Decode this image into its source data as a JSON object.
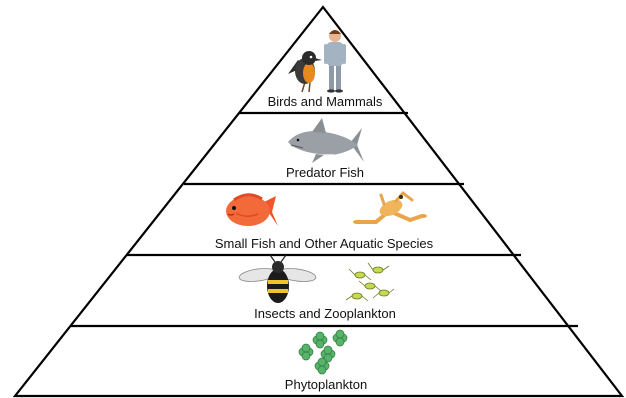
{
  "diagram": {
    "type": "food-pyramid",
    "colors": {
      "outline": "#000000",
      "background": "#ffffff"
    },
    "tiers": [
      {
        "label": "Birds and Mammals",
        "icons": [
          "bird-icon",
          "human-icon"
        ]
      },
      {
        "label": "Predator Fish",
        "icons": [
          "shark-icon"
        ]
      },
      {
        "label": "Small Fish and Other Aquatic Species",
        "icons": [
          "orange-fish-icon",
          "frog-icon"
        ]
      },
      {
        "label": "Insects and Zooplankton",
        "icons": [
          "bee-icon",
          "zooplankton-icon"
        ]
      },
      {
        "label": "Phytoplankton",
        "icons": [
          "phytoplankton-icon"
        ]
      }
    ]
  }
}
